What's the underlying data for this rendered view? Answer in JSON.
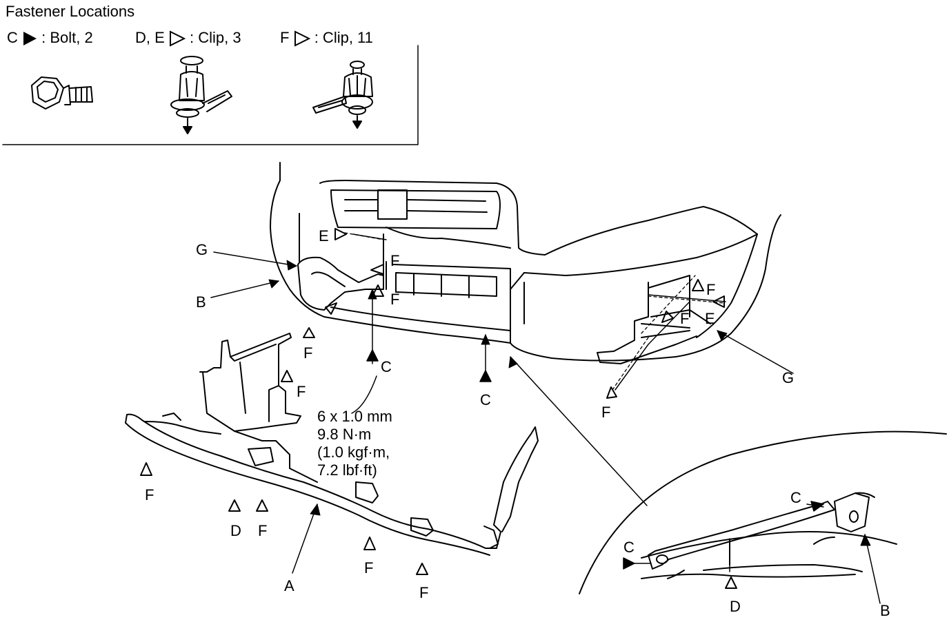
{
  "header": {
    "title": "Fastener Locations",
    "fasteners": [
      {
        "code": "C",
        "icon": "solid-triangle-icon",
        "text": ": Bolt, 2"
      },
      {
        "code": "D, E",
        "icon": "open-triangle-icon",
        "text": ": Clip, 3"
      },
      {
        "code": "F",
        "icon": "open-triangle-icon",
        "text": ": Clip, 11"
      }
    ]
  },
  "spec": {
    "line1": "6 x 1.0 mm",
    "line2": "9.8 N·m",
    "line3": "(1.0 kgf·m,",
    "line4": "7.2 lbf·ft)"
  },
  "labels": {
    "A": "A",
    "B": "B",
    "C": "C",
    "D": "D",
    "E": "E",
    "F": "F",
    "G": "G"
  },
  "colors": {
    "ink": "#000000",
    "paper": "#ffffff"
  }
}
